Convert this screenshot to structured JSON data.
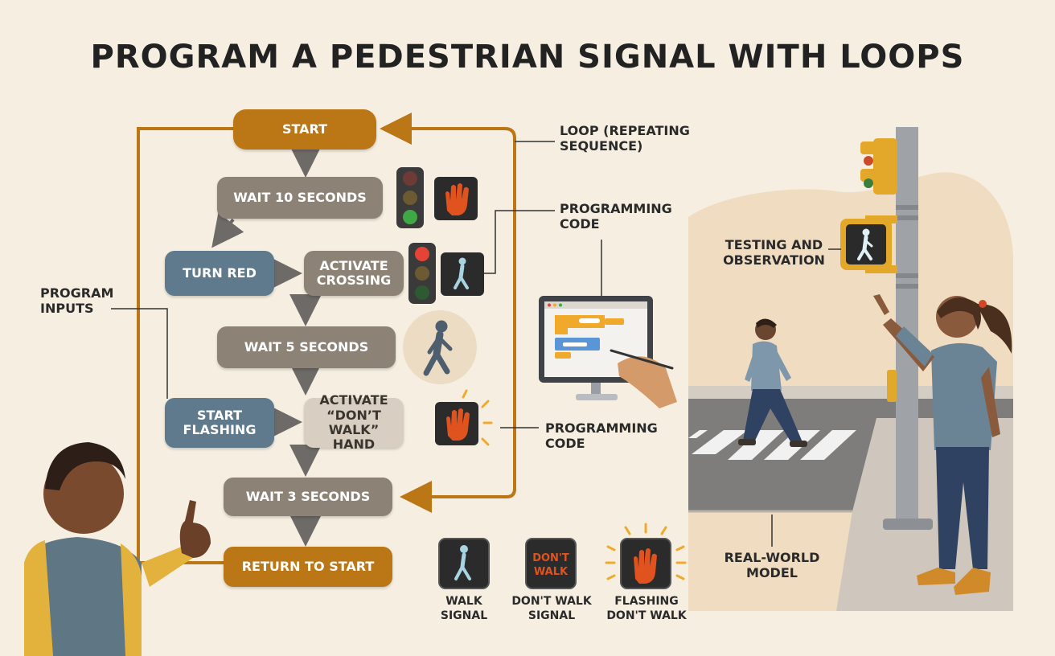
{
  "title": "PROGRAM A PEDESTRIAN SIGNAL WITH LOOPS",
  "flow": {
    "start": "START",
    "wait10": "WAIT 10 SECONDS",
    "turn_red": "TURN RED",
    "activate_crossing": "ACTIVATE CROSSING",
    "wait5": "WAIT 5 SECONDS",
    "start_flashing": "START FLASHING",
    "activate_dont_walk": "ACTIVATE “DON’T WALK” HAND",
    "wait3": "WAIT 3 SECONDS",
    "return": "RETURN TO START"
  },
  "annotations": {
    "loop": "LOOP (REPEATING SEQUENCE)",
    "programming_code_top": "PROGRAMMING CODE",
    "programming_code_bottom": "PROGRAMMING CODE",
    "program_inputs": "PROGRAM INPUTS",
    "testing": "TESTING AND OBSERVATION",
    "real_world": "REAL-WORLD MODEL"
  },
  "legend": {
    "walk": "WALK SIGNAL",
    "dont_walk": "DON'T WALK SIGNAL",
    "dont_walk_sign_text": "DON'T WALK",
    "flashing": "FLASHING DON'T WALK"
  },
  "colors": {
    "orange": "#bb7616",
    "gray": "#8d8276",
    "blue": "#5f7a8c",
    "red_hand": "#e0531f",
    "walk_figure": "#a8d4e2",
    "flash_glow": "#f1a92c"
  }
}
